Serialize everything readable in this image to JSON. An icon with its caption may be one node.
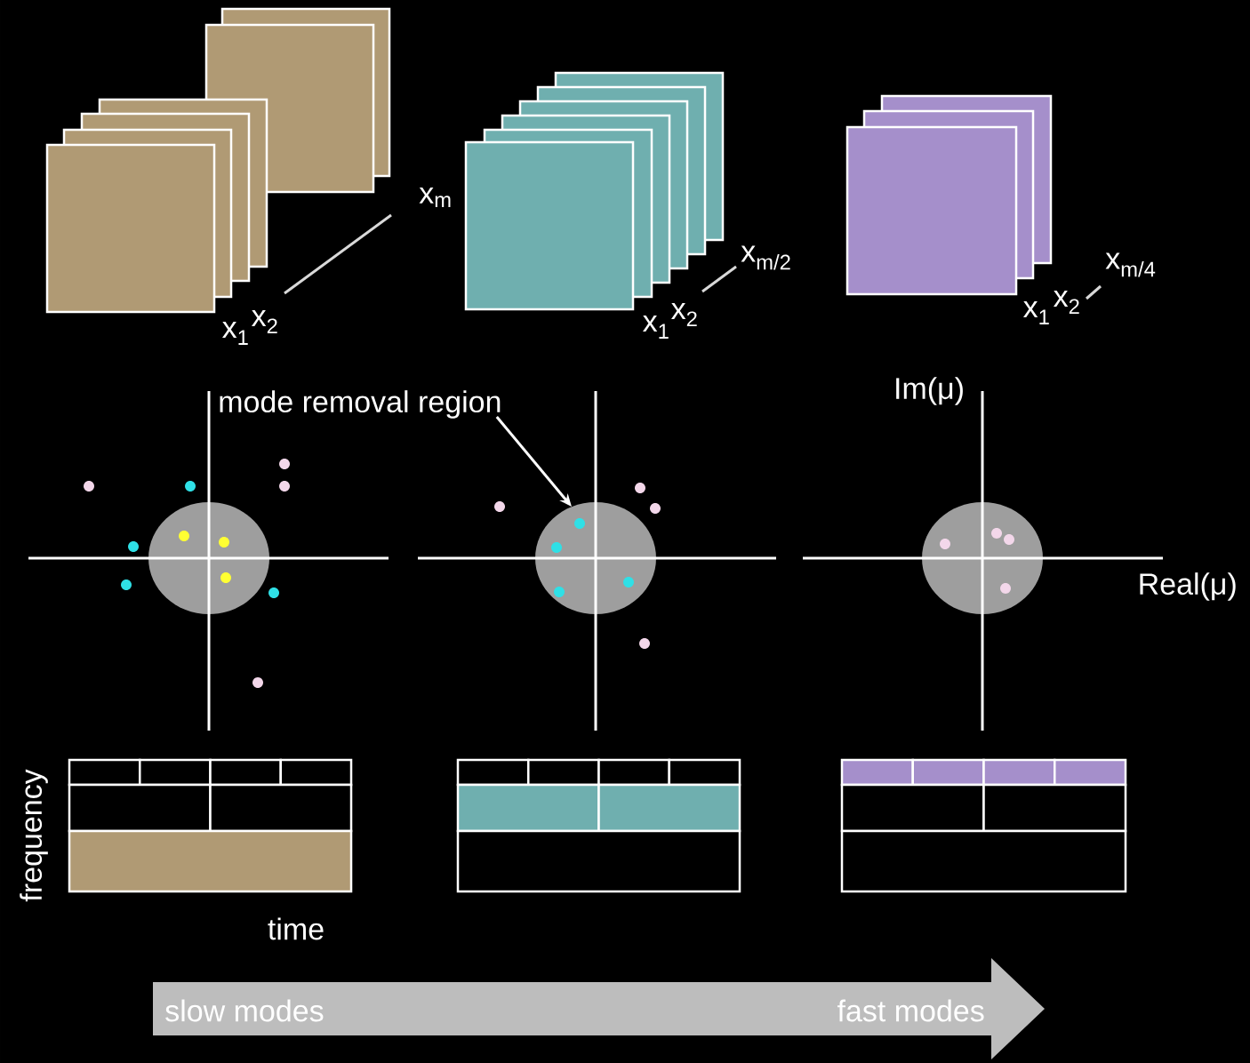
{
  "diagram": {
    "nodes": [
      {
        "text": [
          "mode removal region"
        ]
      },
      {
        "text": [],
        "shape": "circle"
      },
      {
        "text": [],
        "shape": "circle"
      },
      {
        "text": [],
        "shape": "circle"
      },
      {
        "text": [
          "slow modes",
          "fast modes"
        ]
      }
    ],
    "edges": [
      {
        "from": 0,
        "to": 2,
        "arrow": "to"
      }
    ],
    "labels": [
      "x$_{1}$",
      "x$_{2}$",
      "x$_{m}$",
      "x$_{1}$",
      "x$_{2}$",
      "x$_{m/2}$",
      "x$_{1}$",
      "x$_{2}$",
      "x$_{m/4}$",
      "Im(μ)",
      "Real(μ)",
      "frequency",
      "time"
    ]
  }
}
